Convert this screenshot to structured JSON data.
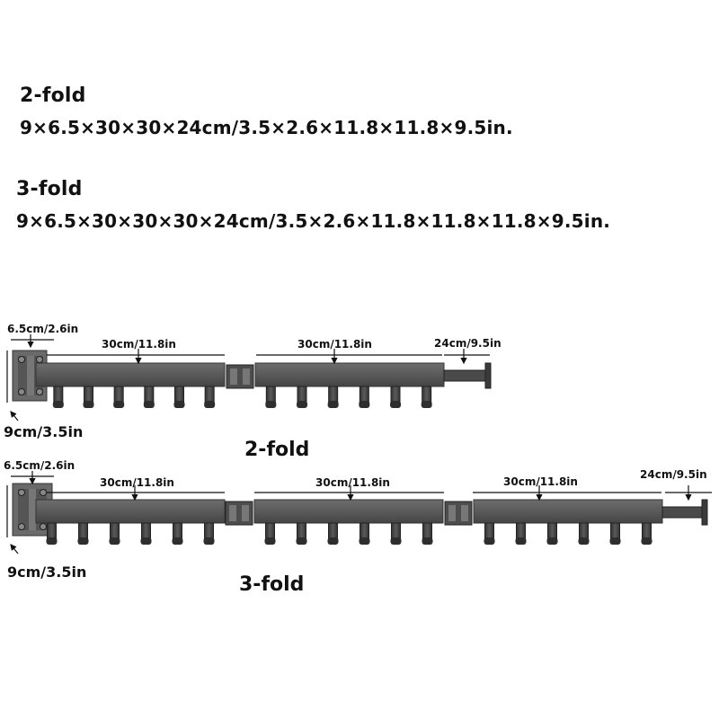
{
  "specs": {
    "two_fold": {
      "heading": "2-fold",
      "dimensions": "9×6.5×30×30×24cm/3.5×2.6×11.8×11.8×9.5in."
    },
    "three_fold": {
      "heading": "3-fold",
      "dimensions": "9×6.5×30×30×30×24cm/3.5×2.6×11.8×11.8×11.8×9.5in."
    }
  },
  "diagram_2fold": {
    "caption": "2-fold",
    "base_width_label": "6.5cm/2.6in",
    "base_height_label": "9cm/3.5in",
    "segment_labels": [
      "30cm/11.8in",
      "30cm/11.8in"
    ],
    "extension_label": "24cm/9.5in"
  },
  "diagram_3fold": {
    "caption": "3-fold",
    "base_width_label": "6.5cm/2.6in",
    "base_height_label": "9cm/3.5in",
    "segment_labels": [
      "30cm/11.8in",
      "30cm/11.8in",
      "30cm/11.8in"
    ],
    "extension_label": "24cm/9.5in"
  },
  "colors": {
    "bar": "#5f5f5f",
    "bar_dark": "#3a3a3a",
    "hook": "#4a4a4a",
    "text": "#111111"
  }
}
